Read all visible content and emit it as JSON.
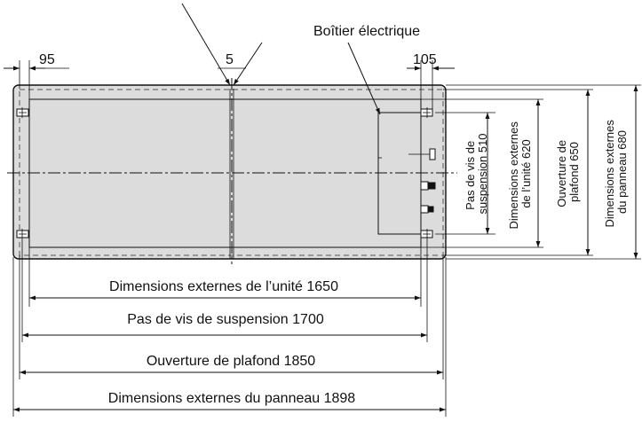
{
  "labels": {
    "dim_95": "95",
    "dim_5": "5",
    "dim_105": "105",
    "electrical_box": "Boîtier électrique",
    "unit_external_1650": "Dimensions externes de l’unité 1650",
    "suspension_pitch_1700": "Pas de vis de suspension 1700",
    "ceiling_opening_1850": "Ouverture de plafond 1850",
    "panel_external_1898": "Dimensions externes du panneau 1898",
    "suspension_pitch_510": [
      "Pas de vis de",
      "suspension 510"
    ],
    "unit_external_620": [
      "Dimensions externes",
      "de l’unité 620"
    ],
    "ceiling_opening_650": [
      "Ouverture de",
      "plafond 650"
    ],
    "panel_external_680": [
      "Dimensions externes",
      "du panneau 680"
    ]
  },
  "colors": {
    "panel_fill": "#dcdcdc",
    "line": "#111111"
  }
}
